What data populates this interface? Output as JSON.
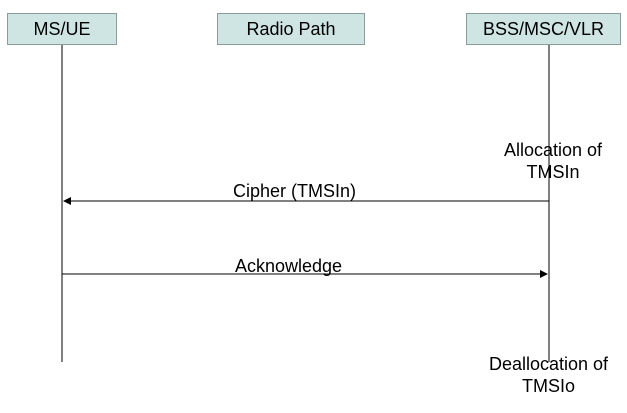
{
  "entities": {
    "ms": "MS/UE",
    "radio_path": "Radio Path",
    "bss": "BSS/MSC/VLR"
  },
  "messages": {
    "cipher": "Cipher (TMSIn)",
    "acknowledge": "Acknowledge"
  },
  "notes": {
    "allocation_line1": "Allocation of",
    "allocation_line2": "TMSIn",
    "deallocation_line1": "Deallocation of",
    "deallocation_line2": "TMSIo"
  },
  "colors": {
    "entity_fill": "#cfe5e3",
    "entity_border": "#8a9b99",
    "line": "#000000"
  }
}
